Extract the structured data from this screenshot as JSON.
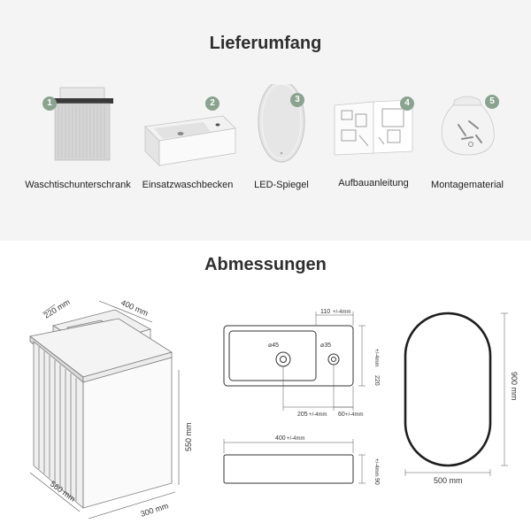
{
  "section_delivery": {
    "title": "Lieferumfang",
    "accent_color": "#8aa38f",
    "items": [
      {
        "number": "1",
        "label": "Waschtischunterschrank",
        "icon": "vanity-cabinet-icon"
      },
      {
        "number": "2",
        "label": "Einsatzwaschbecken",
        "icon": "sink-basin-icon"
      },
      {
        "number": "3",
        "label": "LED-Spiegel",
        "icon": "led-mirror-icon"
      },
      {
        "number": "4",
        "label": "Aufbauanleitung",
        "icon": "manual-icon"
      },
      {
        "number": "5",
        "label": "Montagematerial",
        "icon": "hardware-bag-icon"
      }
    ]
  },
  "section_dimensions": {
    "title": "Abmessungen",
    "cabinet": {
      "depth": "220 mm",
      "width_top": "400 mm",
      "height": "550 mm",
      "width": "560 mm",
      "depth_bottom": "300 mm"
    },
    "sink_top": {
      "offset": "110",
      "offset_tol": "+/-4mm",
      "drain_diameter": "⌀45",
      "tap_diameter": "⌀35",
      "height": "220",
      "height_tol": "+/-4mm",
      "drain_pos": "205",
      "drain_pos_tol": "+/-4mm",
      "tap_pos": "60",
      "tap_pos_tol": "+/-4mm"
    },
    "sink_side": {
      "width": "400",
      "width_tol": "+/-4mm",
      "height": "90",
      "height_tol": "+/-4mm"
    },
    "mirror": {
      "height": "900 mm",
      "width": "500 mm"
    }
  }
}
